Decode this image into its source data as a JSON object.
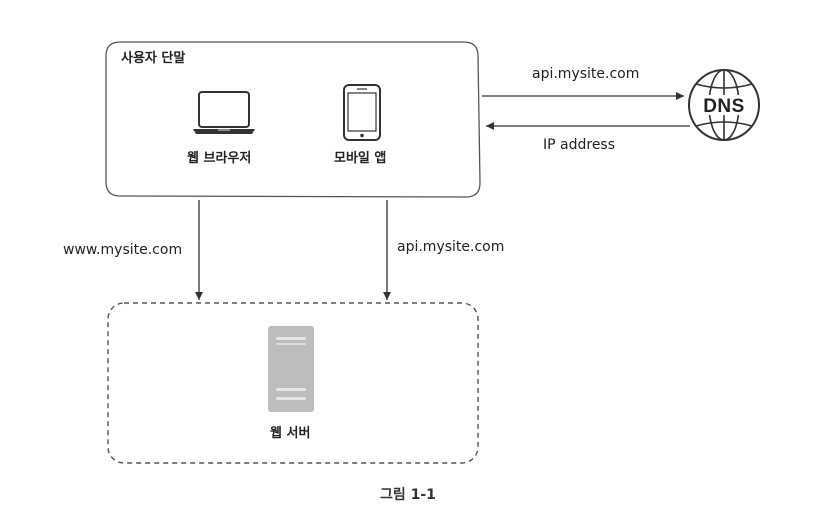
{
  "client_box": {
    "title": "사용자 단말",
    "web_browser_label": "웹 브라우저",
    "mobile_app_label": "모바일 앱"
  },
  "dns": {
    "label": "DNS",
    "request_label": "api.mysite.com",
    "response_label": "IP address"
  },
  "connections": {
    "browser_to_server": "www.mysite.com",
    "mobile_to_server": "api.mysite.com"
  },
  "server_box": {
    "label": "웹 서버"
  },
  "figure_caption": "그림 1-1",
  "colors": {
    "line": "#333333",
    "box_border": "#555555",
    "dashed_border": "#555555",
    "server_fill": "#bdbdbd",
    "server_slot": "#e6e6e6"
  },
  "icons": {
    "laptop": "laptop-icon",
    "phone": "smartphone-icon",
    "globe": "globe-icon",
    "server": "server-icon"
  }
}
